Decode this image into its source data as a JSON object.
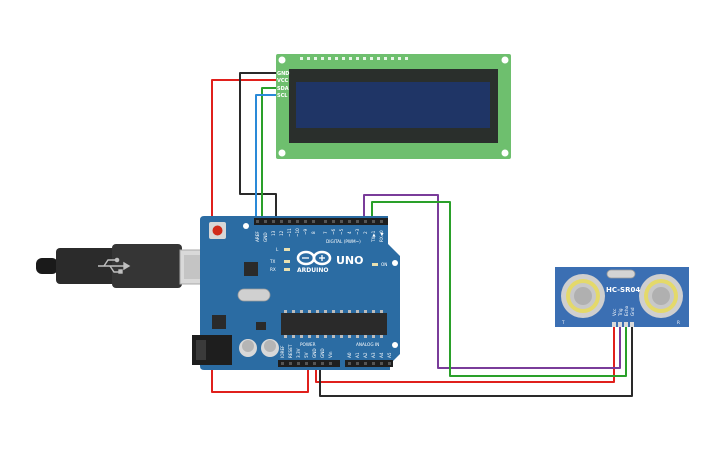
{
  "arduino": {
    "brand": "ARDUINO",
    "model": "UNO",
    "tx_label": "TX",
    "rx_label": "RX",
    "l_label": "L",
    "on_label": "ON",
    "digital_label": "DIGITAL (PWM~)",
    "power_label": "POWER",
    "analog_label": "ANALOG IN",
    "digital_pins": [
      "AREF",
      "GND",
      "13",
      "12",
      "~11",
      "~10",
      "~9",
      "8",
      "7",
      "~6",
      "~5",
      "4",
      "~3",
      "2",
      "TX▶1",
      "RX◀0"
    ],
    "power_pins": [
      "IOREF",
      "RESET",
      "3.3V",
      "5V",
      "GND",
      "GND",
      "Vin"
    ],
    "analog_pins": [
      "A0",
      "A1",
      "A2",
      "A3",
      "A4",
      "A5"
    ]
  },
  "lcd": {
    "pins": [
      "GND",
      "VCC",
      "SDA",
      "SCL"
    ]
  },
  "sensor": {
    "model": "HC-SR04",
    "pins": [
      "Vcc",
      "Trig",
      "Echo",
      "Gnd"
    ],
    "corner_left": "T",
    "corner_right": "R"
  },
  "colors": {
    "board": "#2b6ca3",
    "lcd_pcb": "#6ebf6e",
    "lcd_screen": "#1f3566",
    "sensor_pcb": "#3b6fb3",
    "wire_red": "#e0201c",
    "wire_black": "#2a2a2a",
    "wire_green": "#2aa02a",
    "wire_purple": "#7a3c9a",
    "wire_blue": "#2a8ad8",
    "wire_teal": "#1aa3a3"
  }
}
